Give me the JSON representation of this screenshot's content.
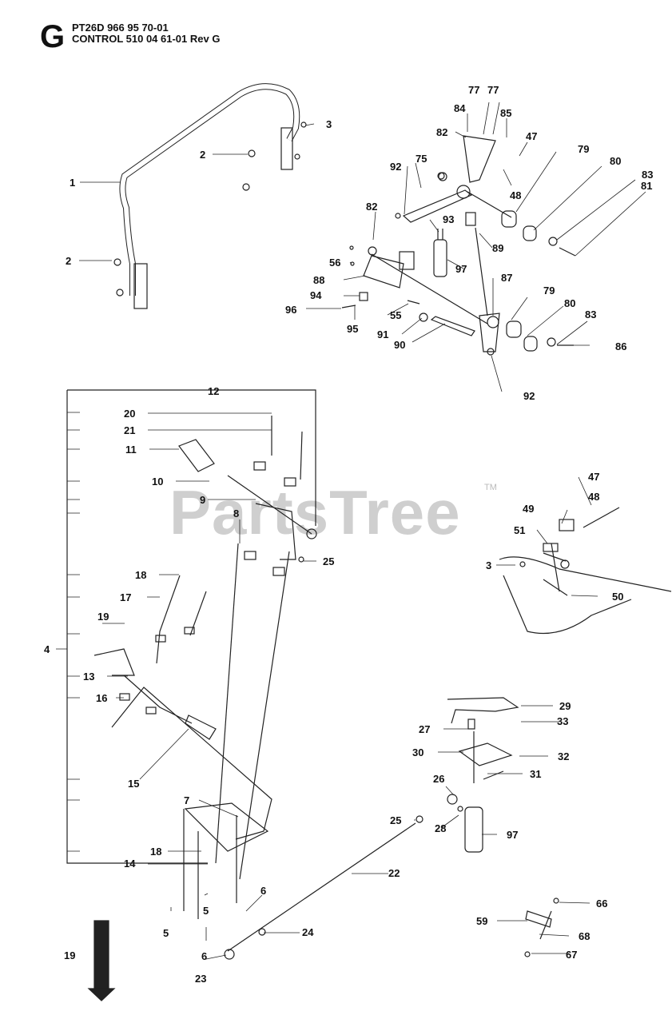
{
  "header": {
    "section_letter": "G",
    "line1": "PT26D 966 95 70-01",
    "line2": "CONTROL 510 04 61-01 Rev  G"
  },
  "watermark": {
    "text": "PartsTree",
    "tm": "TM"
  },
  "callouts": [
    "1",
    "2",
    "3",
    "2",
    "84",
    "77",
    "77",
    "85",
    "47",
    "82",
    "92",
    "75",
    "79",
    "80",
    "83",
    "81",
    "48",
    "82",
    "93",
    "89",
    "56",
    "97",
    "88",
    "94",
    "96",
    "55",
    "87",
    "79",
    "80",
    "83",
    "95",
    "91",
    "90",
    "86",
    "92",
    "12",
    "20",
    "21",
    "11",
    "10",
    "9",
    "8",
    "25",
    "18",
    "17",
    "19",
    "4",
    "13",
    "16",
    "15",
    "7",
    "18",
    "14",
    "47",
    "48",
    "49",
    "51",
    "3",
    "50",
    "29",
    "33",
    "27",
    "30",
    "32",
    "31",
    "26",
    "25",
    "28",
    "97",
    "22",
    "6",
    "5",
    "5",
    "6",
    "24",
    "23",
    "19",
    "66",
    "59",
    "68",
    "67"
  ]
}
